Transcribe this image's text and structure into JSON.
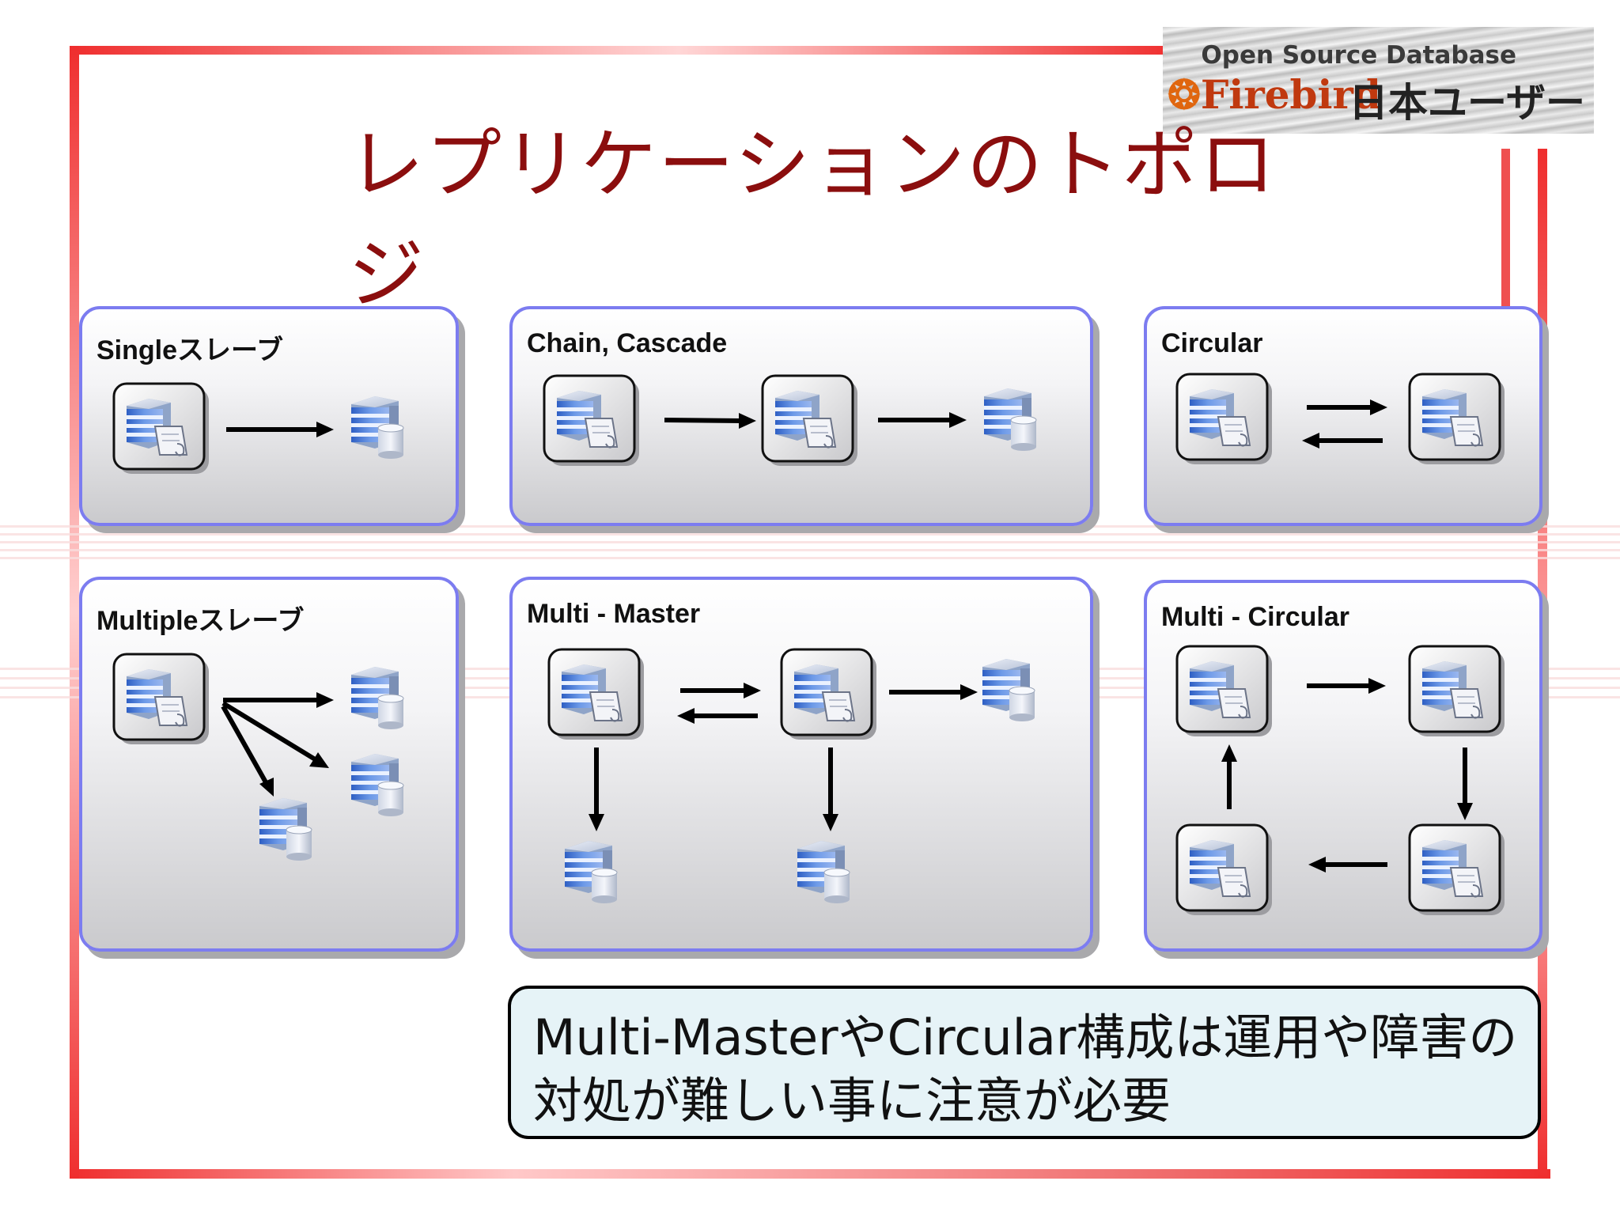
{
  "slide": {
    "title": "レプリケーションのトポロジ",
    "logo": {
      "top_text": "Open Source Database",
      "brand": "Firebird",
      "group": "日本ユーザー会"
    },
    "panels": [
      {
        "label": "Singleスレーブ"
      },
      {
        "label": "Chain, Cascade"
      },
      {
        "label": "Circular"
      },
      {
        "label": "Multipleスレーブ"
      },
      {
        "label": "Multi - Master"
      },
      {
        "label": "Multi - Circular"
      }
    ],
    "note": "Multi-MasterやCircular構成は運用や障害の対処が難しい事に注意が必要",
    "colors": {
      "frame_red": "#ef2e2e",
      "title": "#8b0e0e",
      "panel_border": "#7c7cf0",
      "note_bg": "#e6f3f7",
      "db_blue": "#3f73d6"
    },
    "icons": {
      "master": "database-server-with-document-icon",
      "replica": "database-stack-icon"
    }
  }
}
